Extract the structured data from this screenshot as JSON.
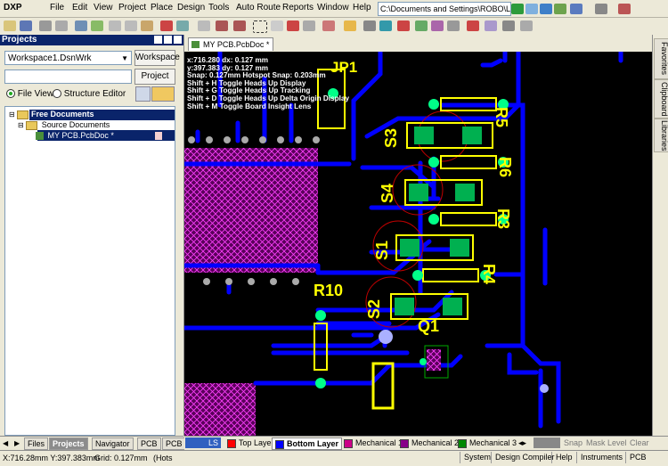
{
  "menu": {
    "items": [
      "DXP",
      "File",
      "Edit",
      "View",
      "Project",
      "Place",
      "Design",
      "Tools",
      "Auto Route",
      "Reports",
      "Window",
      "Help"
    ],
    "path": "C:\\Documents and Settings\\ROBO\\Loca"
  },
  "projects_panel": {
    "title": "Projects",
    "workspace_value": "Workspace1.DsnWrk",
    "workspace_button": "Workspace",
    "project_button": "Project",
    "view_file": "File View",
    "view_structure": "Structure Editor",
    "tree": {
      "free_documents": "Free Documents",
      "source_documents": "Source Documents",
      "document": "MY PCB.PcbDoc *"
    }
  },
  "panel_tabs": [
    "Files",
    "Projects",
    "Navigator",
    "PCB",
    "PCB I"
  ],
  "doc_tab": "MY PCB.PcbDoc *",
  "right_tabs": [
    "Favorites",
    "Clipboard",
    "Libraries"
  ],
  "hud": {
    "line1": "x:716.280   dx:  0.127  mm",
    "line2": "y:397.383   dy:  0.127  mm",
    "line3": "Snap: 0.127mm Hotspot Snap: 0.203mm",
    "line4": "Shift + H   Toggle Heads Up Display",
    "line5": "Shift + G   Toggle Heads Up Tracking",
    "line6": "Shift + D   Toggle Heads Up Delta Origin Display",
    "line7": "Shift + M   Toggle Board Insight Lens"
  },
  "designators": {
    "jp1": "JP1",
    "r5": "R5",
    "r6": "R6",
    "r3": "R3",
    "r4": "R4",
    "s3": "S3",
    "s4": "S4",
    "s1": "S1",
    "s2": "S2",
    "r10": "R10",
    "q1": "Q1"
  },
  "layers": {
    "ls": "LS",
    "top": "Top Layer",
    "bottom": "Bottom Layer",
    "mech1": "Mechanical 1",
    "mech2": "Mechanical 2",
    "mech3": "Mechanical 3",
    "snap": "Snap",
    "mask": "Mask Level",
    "clear": "Clear"
  },
  "status": {
    "coords": "X:716.28mm Y:397.383mm",
    "grid": "Grid: 0.127mm",
    "hotspot": "(Hots",
    "buttons": [
      "System",
      "Design Compiler",
      "Help",
      "Instruments",
      "PCB"
    ]
  },
  "colors": {
    "canvas_bg": "#000000",
    "bottom_layer": "#0000ff",
    "top_overlay": "#ffff00",
    "pad": "#00c050",
    "via": "#00ff88",
    "keepout": "#c00000",
    "copper_hatch": "#cc00cc"
  }
}
